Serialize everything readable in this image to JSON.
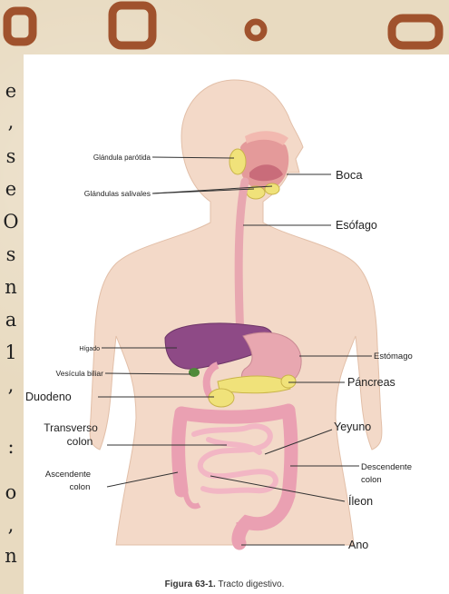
{
  "left_strip_glyphs": [
    "e",
    ",",
    "s",
    "e",
    "O",
    "s",
    "n",
    "a",
    "1",
    ",",
    ":",
    "o",
    ",",
    "n"
  ],
  "labels": {
    "parotid": "Glándula parótida",
    "salivary": "Glándulas salivales",
    "mouth": "Boca",
    "esophagus": "Esófago",
    "liver": "Hígado",
    "gallbladder": "Vesícula biliar",
    "duodenum": "Duodeno",
    "stomach": "Estómago",
    "pancreas": "Páncreas",
    "transverse_1": "Transverso",
    "transverse_2": "colon",
    "jejunum": "Yeyuno",
    "ascending_1": "Ascendente",
    "ascending_2": "colon",
    "descending_1": "Descendente",
    "descending_2": "colon",
    "ileum": "Íleon",
    "anus": "Ano"
  },
  "caption": {
    "bold": "Figura 63-1.",
    "text": " Tracto digestivo."
  },
  "colors": {
    "background": "#e8dac0",
    "decor": "#a0522d",
    "body": "#f3d9c8",
    "liver": "#8e4a86",
    "stomach": "#e8a7b0",
    "intestine": "#eaa0b2",
    "gland": "#f0e27a"
  }
}
